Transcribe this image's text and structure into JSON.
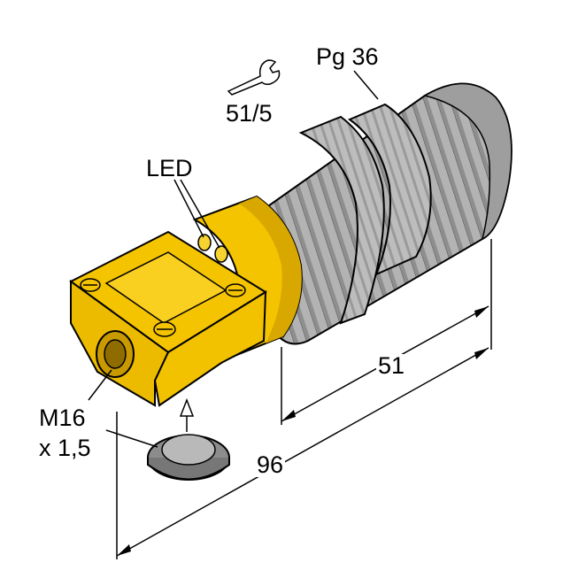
{
  "labels": {
    "thread_body": "Pg 36",
    "wrench_size": "51/5",
    "led": "LED",
    "cable_thread_line1": "M16",
    "cable_thread_line2": "x 1,5",
    "dim_short": "51",
    "dim_total": "96"
  },
  "icons": {
    "wrench": "wrench-icon",
    "arrow": "up-arrow-icon"
  },
  "colors": {
    "housing_yellow": "#f5c400",
    "housing_shadow": "#c99a00",
    "thread_grey": "#a8a8a8",
    "thread_dark": "#7b7b7b",
    "outline": "#000000"
  }
}
